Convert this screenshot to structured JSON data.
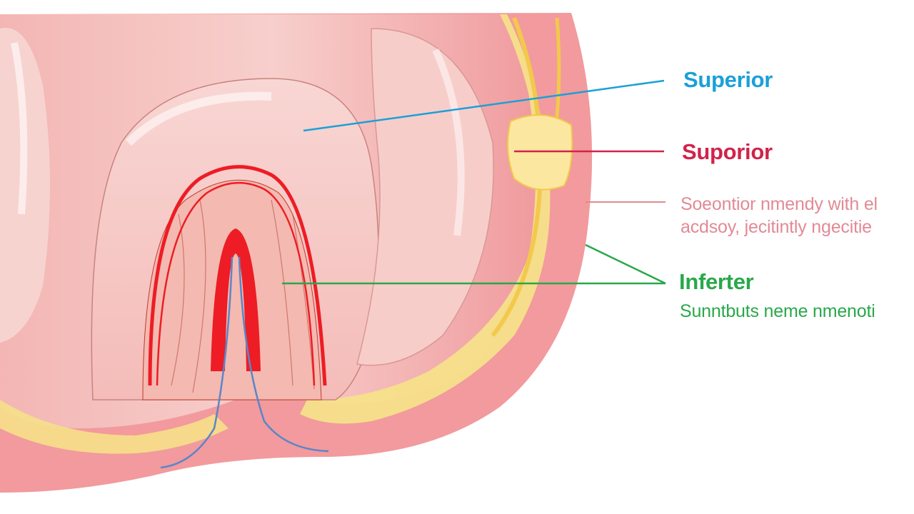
{
  "colors": {
    "blue": "#1aa0d8",
    "red": "#d1234a",
    "pink": "#e28a94",
    "green": "#29a84a",
    "tissue_light": "#f6c9c4",
    "tissue_mid": "#f0a9a8",
    "tissue_dark": "#e88a8d",
    "nerve_yellow": "#f5df7a",
    "vessel_red": "#ee1c24"
  },
  "labels": {
    "superior_blue": "Superior",
    "superior_red": "Suporior",
    "pink_description": [
      "Soeontior nmendy with el",
      "acdsoy, jecitintly ngecitie"
    ],
    "inferior_green": "Inferter",
    "green_description": "Sunntbuts neme nmenoti"
  },
  "icons": [
    "leader-line-blue",
    "leader-line-red",
    "leader-line-pink",
    "leader-line-green"
  ]
}
